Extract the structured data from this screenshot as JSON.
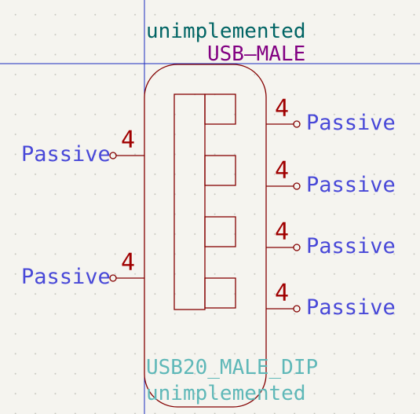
{
  "symbol": {
    "value_top": "unimplemented",
    "name": "USB—MALE",
    "footprint": "USB20_MALE_DIP",
    "value_bottom": "unimplemented"
  },
  "pins": {
    "left": [
      {
        "type": "Passive",
        "number": "4"
      },
      {
        "type": "Passive",
        "number": "4"
      }
    ],
    "right": [
      {
        "type": "Passive",
        "number": "4"
      },
      {
        "type": "Passive",
        "number": "4"
      },
      {
        "type": "Passive",
        "number": "4"
      },
      {
        "type": "Passive",
        "number": "4"
      }
    ]
  },
  "colors": {
    "background": "#f5f4ef",
    "body_outline": "#840000",
    "cursor": "#1c2bbf",
    "pin_type": "#4848d8",
    "pin_number": "#a00000",
    "value": "#006464",
    "symbol_name": "#820082",
    "footprint": "#5fb8b8"
  }
}
